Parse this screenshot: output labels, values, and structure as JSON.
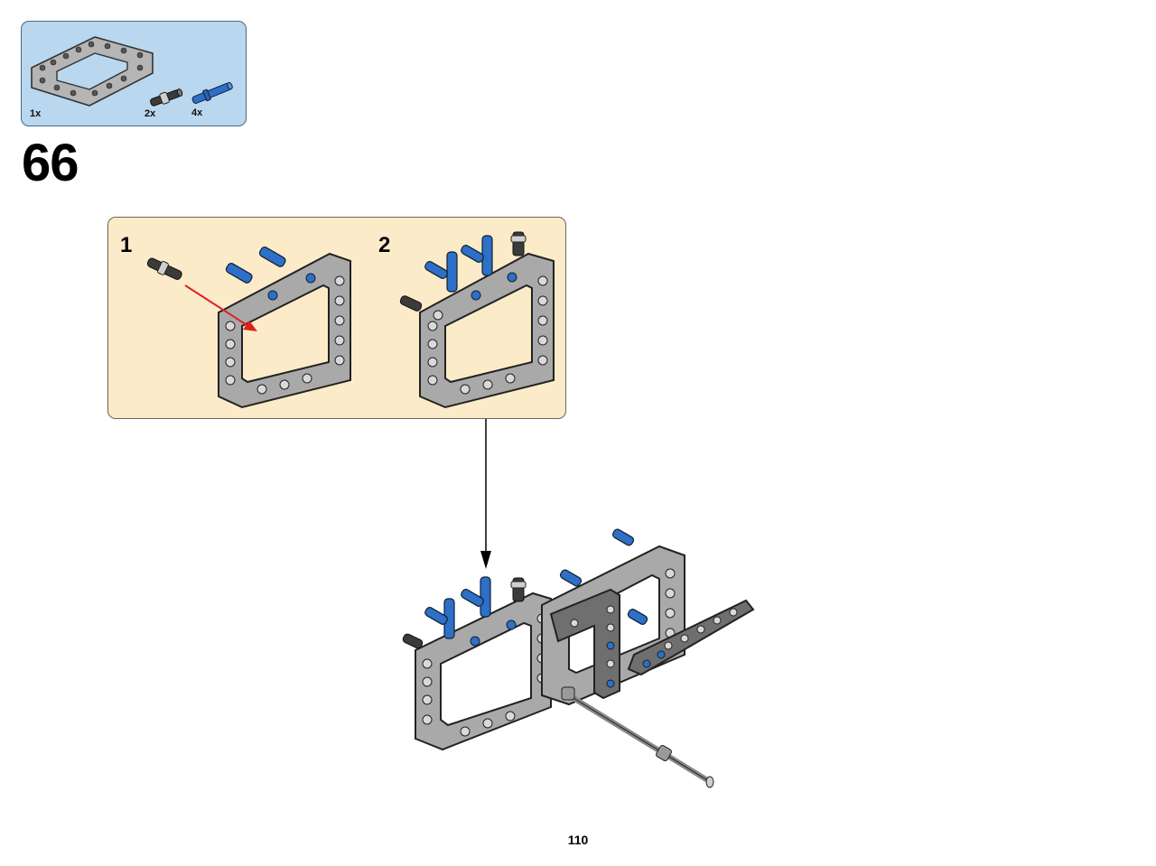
{
  "parts_list": {
    "items": [
      {
        "part": "5x7 open frame",
        "quantity": "1x",
        "color": "#a8a8a8"
      },
      {
        "part": "friction pin with bushing",
        "quantity": "2x",
        "color": "#3b3b3b"
      },
      {
        "part": "long axle pin",
        "quantity": "4x",
        "color": "#2e6fc7"
      }
    ]
  },
  "step": {
    "number": "66"
  },
  "sub_assembly": {
    "steps": [
      {
        "number": "1"
      },
      {
        "number": "2"
      }
    ]
  },
  "colors": {
    "parts_box": "#b9d7ef",
    "sub_box": "#fcebc9",
    "frame_gray": "#a9a9a9",
    "pin_blue": "#2e6fc7",
    "arrow_red": "#e02020"
  },
  "page": {
    "number": "110"
  }
}
